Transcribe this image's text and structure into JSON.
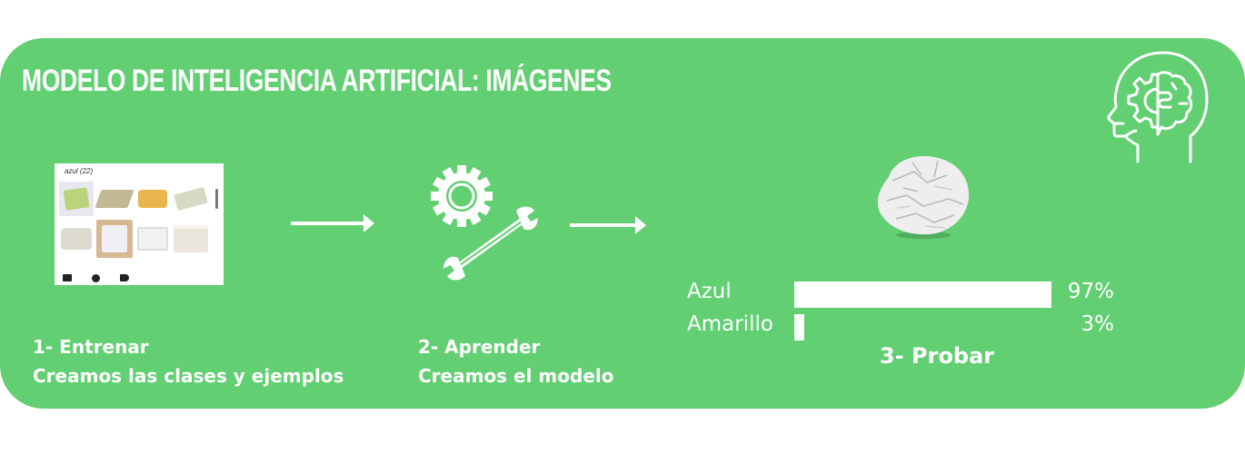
{
  "header": {
    "title": "MODELO DE INTELIGENCIA ARTIFICIAL: IMÁGENES",
    "icon": "head-brain-gear-icon"
  },
  "colors": {
    "background": "#62cf73",
    "foreground": "#ffffff"
  },
  "steps": [
    {
      "number_label": "1- Entrenar",
      "description": "Creamos las clases y ejemplos",
      "illustration": {
        "class_label": "azul (22)",
        "thumbnails": [
          "egg-tray-green",
          "egg-tray-flat",
          "egg-carton-yellow",
          "egg-carton-white",
          "egg-carton-grey",
          "white-box",
          "white-window-box",
          "shoe-box"
        ],
        "tools": [
          "upload-image-icon",
          "webcam-icon",
          "label-icon"
        ]
      }
    },
    {
      "number_label": "2- Aprender",
      "description": "Creamos el modelo",
      "illustration": "gear-wrench-icon"
    },
    {
      "number_label": "3- Probar",
      "illustration": "crumpled-paper-ball",
      "predictions": [
        {
          "label": "Azul",
          "value": 97,
          "display": "97%"
        },
        {
          "label": "Amarillo",
          "value": 3,
          "display": "3%"
        }
      ]
    }
  ],
  "arrows": [
    "arrow-right",
    "arrow-right"
  ]
}
